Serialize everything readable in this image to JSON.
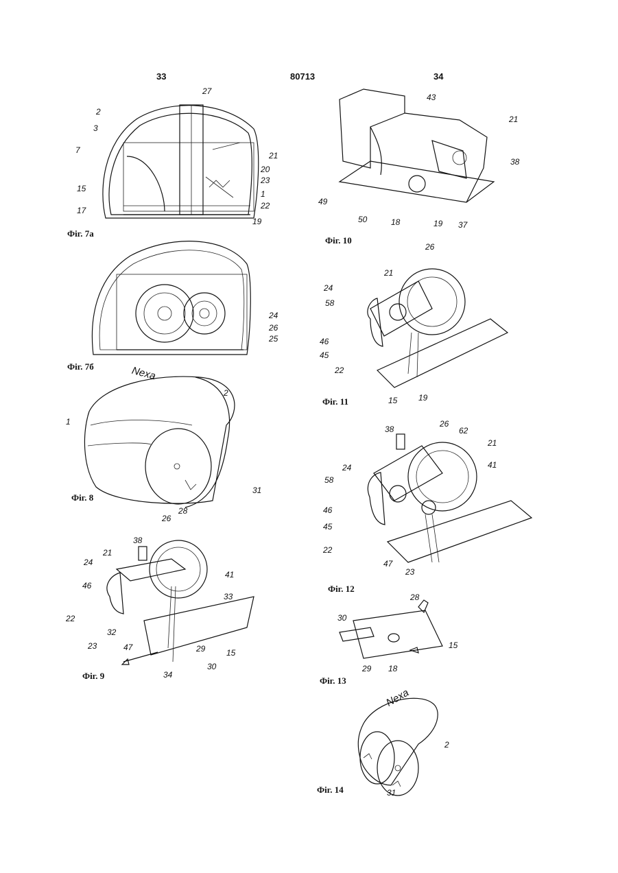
{
  "header": {
    "page_left": "33",
    "patent_no": "80713",
    "page_right": "34"
  },
  "figures": {
    "fig7a": {
      "caption": "Фіг. 7а",
      "labels": [
        "2",
        "3",
        "7",
        "15",
        "17",
        "27",
        "21",
        "20",
        "23",
        "1",
        "22",
        "19"
      ]
    },
    "fig7b": {
      "caption": "Фіг. 7б",
      "labels": [
        "24",
        "26",
        "25"
      ]
    },
    "fig8": {
      "caption": "Фіг. 8",
      "labels": [
        "1",
        "2",
        "31",
        "28"
      ],
      "logo": "Nexa"
    },
    "fig9": {
      "caption": "Фіг. 9",
      "labels": [
        "26",
        "38",
        "21",
        "24",
        "41",
        "46",
        "33",
        "22",
        "32",
        "23",
        "47",
        "29",
        "15",
        "30",
        "34"
      ]
    },
    "fig10": {
      "caption": "Фіг. 10",
      "labels": [
        "43",
        "21",
        "38",
        "49",
        "50",
        "18",
        "19",
        "37"
      ]
    },
    "fig11": {
      "caption": "Фіг. 11",
      "labels": [
        "26",
        "21",
        "24",
        "58",
        "46",
        "45",
        "22",
        "15",
        "19"
      ]
    },
    "fig12": {
      "caption": "Фіг. 12",
      "labels": [
        "38",
        "26",
        "62",
        "21",
        "24",
        "41",
        "58",
        "46",
        "45",
        "22",
        "47",
        "23"
      ]
    },
    "fig13": {
      "caption": "Фіг. 13",
      "labels": [
        "28",
        "30",
        "15",
        "29",
        "18"
      ]
    },
    "fig14": {
      "caption": "Фіг. 14",
      "labels": [
        "2",
        "31"
      ],
      "logo": "Nexa"
    }
  }
}
